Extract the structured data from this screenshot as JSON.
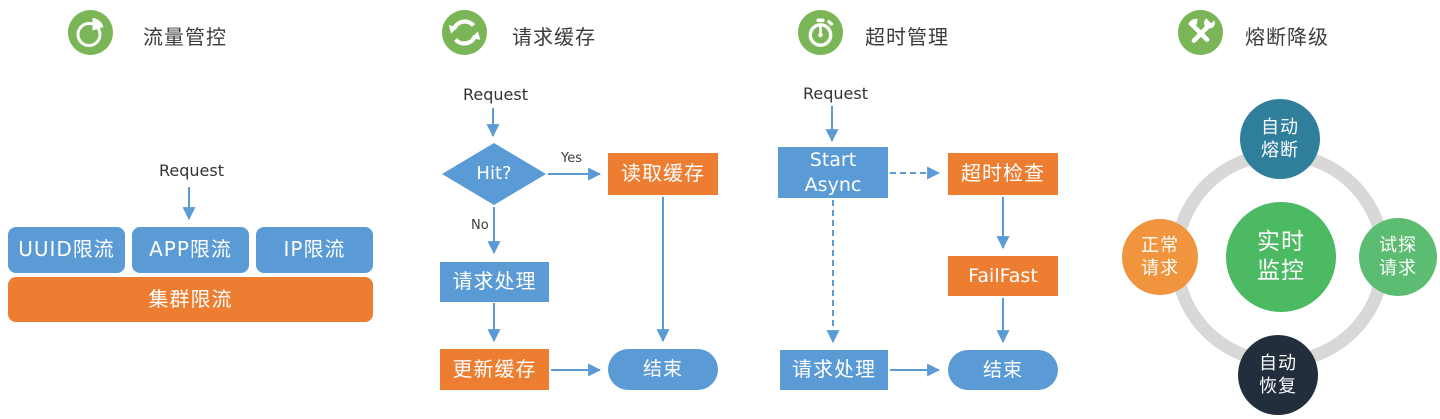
{
  "colors": {
    "node_blue": "#5b9bd5",
    "node_orange": "#ed7d31",
    "arrow_blue": "#5b9bd5",
    "icon_green": "#7ab657",
    "ring_gray": "#d8d8d8",
    "circle_teal": "#2f7e9c",
    "circle_center_green": "#4cb963",
    "circle_right_green": "#5cbd72",
    "circle_left_orange": "#f0943e",
    "circle_dark_navy": "#232e3c"
  },
  "sections": {
    "traffic": {
      "title": "流量管控",
      "icon": "pie-chart-icon",
      "request": "Request",
      "uuid_limit": "UUID限流",
      "app_limit": "APP限流",
      "ip_limit": "IP限流",
      "cluster_limit": "集群限流"
    },
    "cache": {
      "title": "请求缓存",
      "icon": "refresh-icon",
      "request": "Request",
      "hit": "Hit?",
      "yes": "Yes",
      "no": "No",
      "read_cache": "读取缓存",
      "process": "请求处理",
      "update_cache": "更新缓存",
      "end": "结束"
    },
    "timeout": {
      "title": "超时管理",
      "icon": "stopwatch-icon",
      "request": "Request",
      "start_async": "Start\nAsync",
      "timeout_check": "超时检查",
      "failfast": "FailFast",
      "process": "请求处理",
      "end": "结束"
    },
    "circuit": {
      "title": "熔断降级",
      "icon": "tools-icon",
      "auto_break": "自动\n熔断",
      "normal_request": "正常\n请求",
      "realtime_monitor": "实时\n监控",
      "probe_request": "试探\n请求",
      "auto_recover": "自动\n恢复"
    }
  }
}
